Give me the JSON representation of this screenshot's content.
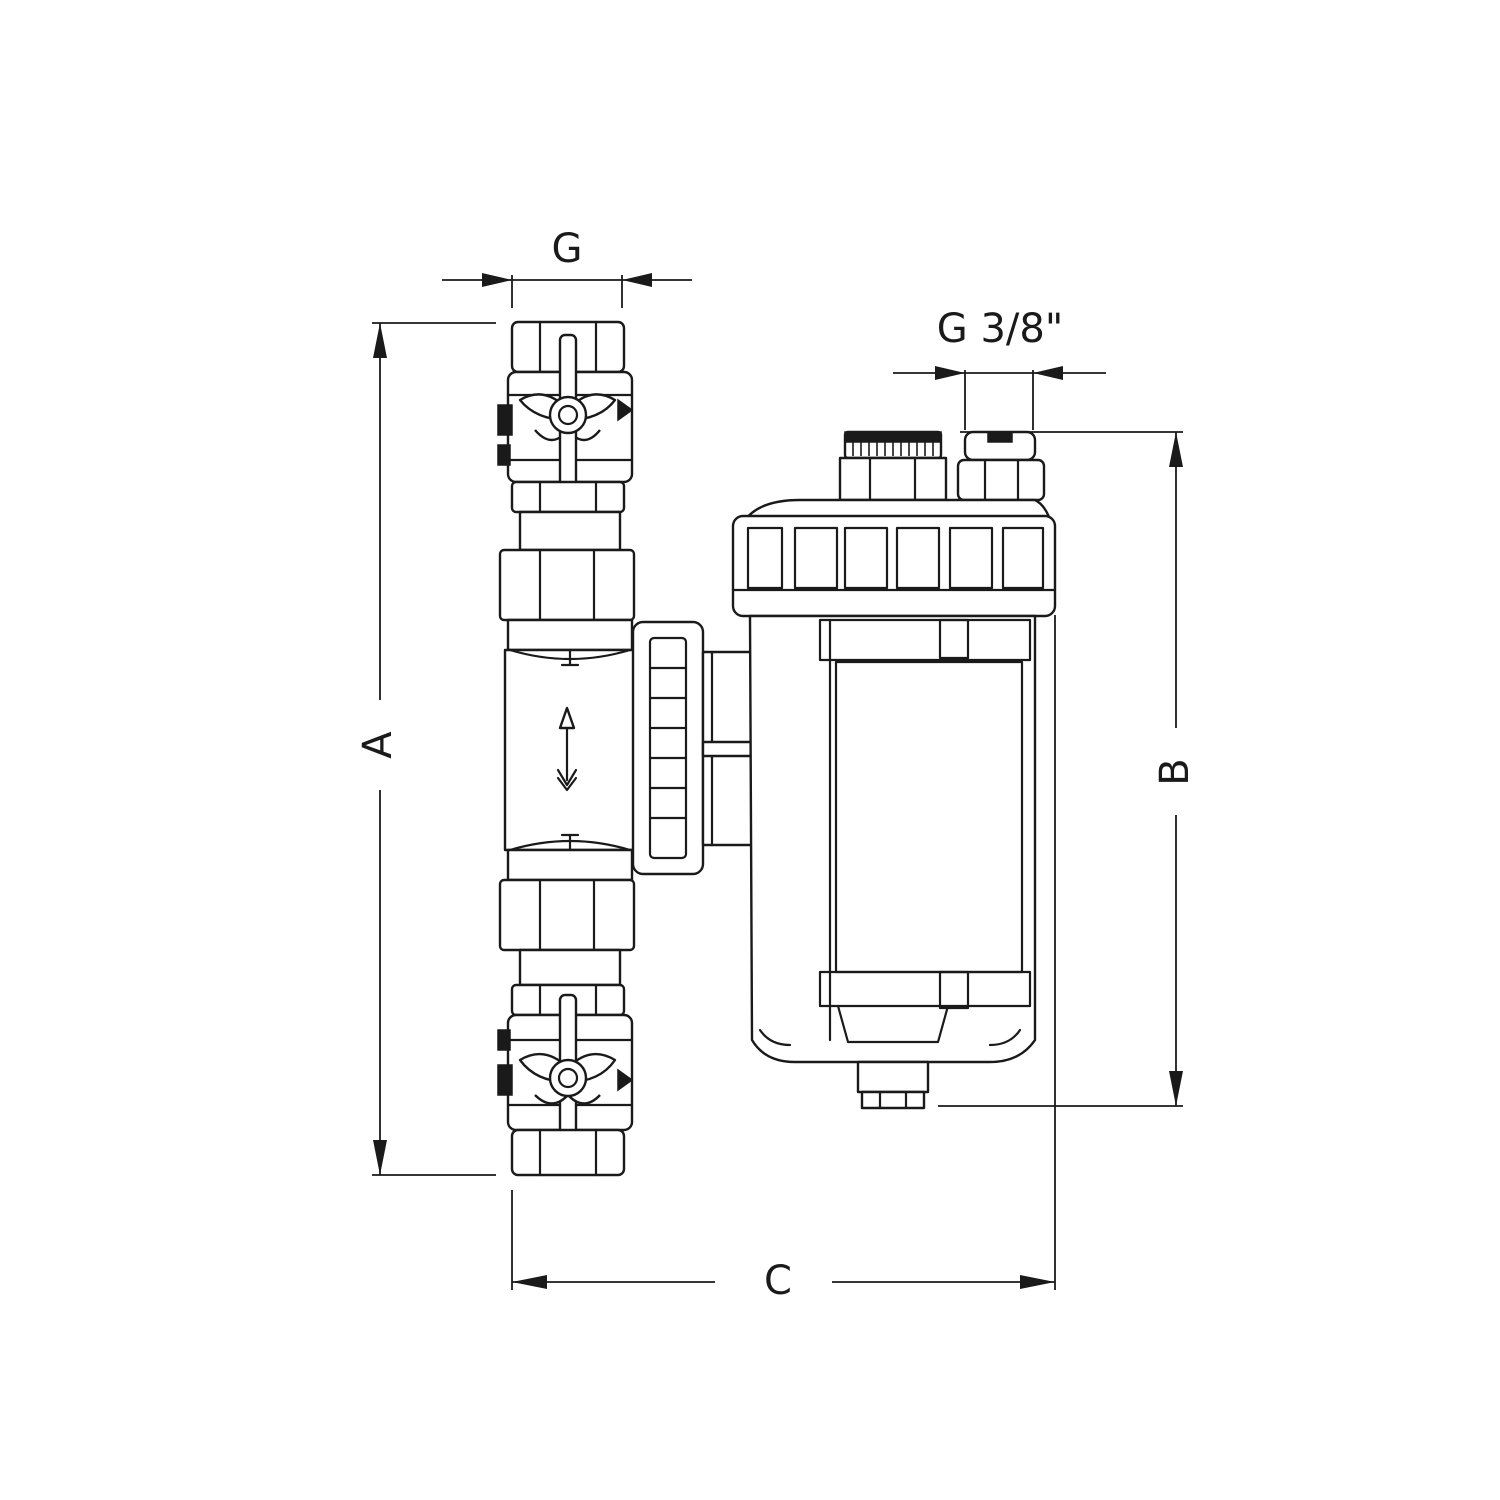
{
  "dimensions": {
    "top_width": "G",
    "port_thread": "G 3/8\"",
    "height_left": "A",
    "height_right": "B",
    "width_bottom": "C"
  },
  "colors": {
    "line": "#1a1a1a",
    "background": "#ffffff"
  }
}
